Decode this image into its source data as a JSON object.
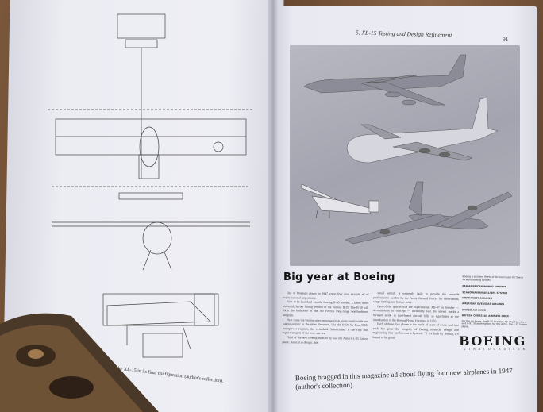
{
  "right_page": {
    "running_head": "5. XL-15 Testing and Design Refinement",
    "page_number": "91",
    "ad": {
      "title": "Big year at Boeing",
      "columns": [
        [
          "Out of Boeing's plants in 1947 come four new aircraft, all of major national importance.",
          "First to be launched was the Boeing B-50 bomber, a faster, more powerful, harder hitting version of the famous B-29. The B-50 will form the backbone of the Air Force's long-range bombardment program.",
          "Next came the Stratocruiser, most spacious, most comfortable and fastest airliner in the skies. Powered, like the B-50, by four 3500-horsepower engines, the twin-deck Stratocruiser is the first true super-transport of the post-war era.",
          "Third of the new Boeing ships to fly was the Army's L-15 liaison plane. Radical in design, this"
        ],
        [
          "small aircraft is expressly built to provide the versatile performance needed by the Army Ground Forces for observation, range-finding and liaison work.",
          "Last of the quartet was the experimental XB-47 jet bomber — revolutionary in concept — incredibly fast. Its advent marks a forward stride in land-based aircraft fully as significant as the introduction of the Boeing Flying Fortress, in 1935.",
          "Each of these four planes is the result of years of work. And into each has gone the integrity of Boeing research, design and engineering that has become a byword: \"If it's built by Boeing, it's bound to be good!\""
        ]
      ],
      "airlines_header": "Boeing is building fleets of Stratocruisers for these forward-looking airlines:",
      "airlines": [
        "PAN AMERICAN WORLD AIRWAYS",
        "SCANDINAVIAN AIRLINES SYSTEM",
        "NORTHWEST AIRLINES",
        "AMERICAN OVERSEAS AIRLINES",
        "UNITED AIR LINES",
        "BRITISH OVERSEAS AIRWAYS CORP."
      ],
      "footnote": "For the Air Force, the B-50 bomber, XB-47 jet bomber and C-97 Stratofreighter; for the Army, the L-15 liaison plane.",
      "logo": "BOEING",
      "logo_sub": "STRATOCRUISER"
    },
    "caption": "Boeing bragged in this magazine ad about flying four new airplanes in 1947 (author's collection)."
  },
  "left_page": {
    "caption": "Three-view of the XL-15 in its final configuration (author's collection)."
  }
}
